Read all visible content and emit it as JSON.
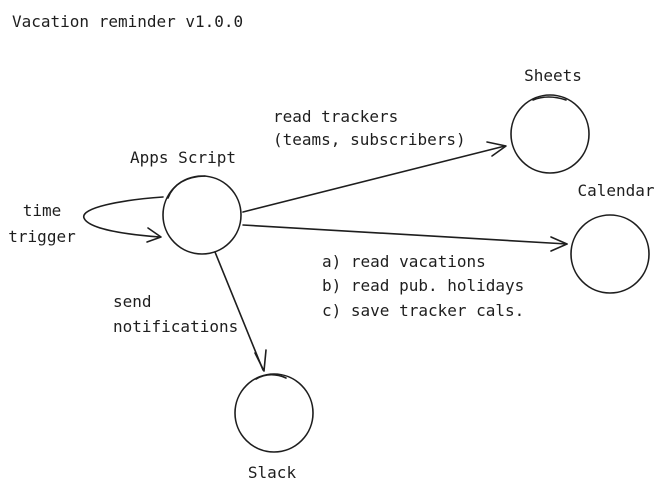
{
  "title": "Vacation reminder v1.0.0",
  "nodes": {
    "apps_script": "Apps Script",
    "sheets": "Sheets",
    "calendar": "Calendar",
    "slack": "Slack"
  },
  "edges": {
    "trigger": [
      "time",
      "trigger"
    ],
    "sheets": [
      "read trackers",
      "(teams, subscribers)"
    ],
    "calendar": [
      "a) read vacations",
      "b) read pub. holidays",
      "c) save tracker cals."
    ],
    "slack": [
      "send",
      "notifications"
    ]
  }
}
